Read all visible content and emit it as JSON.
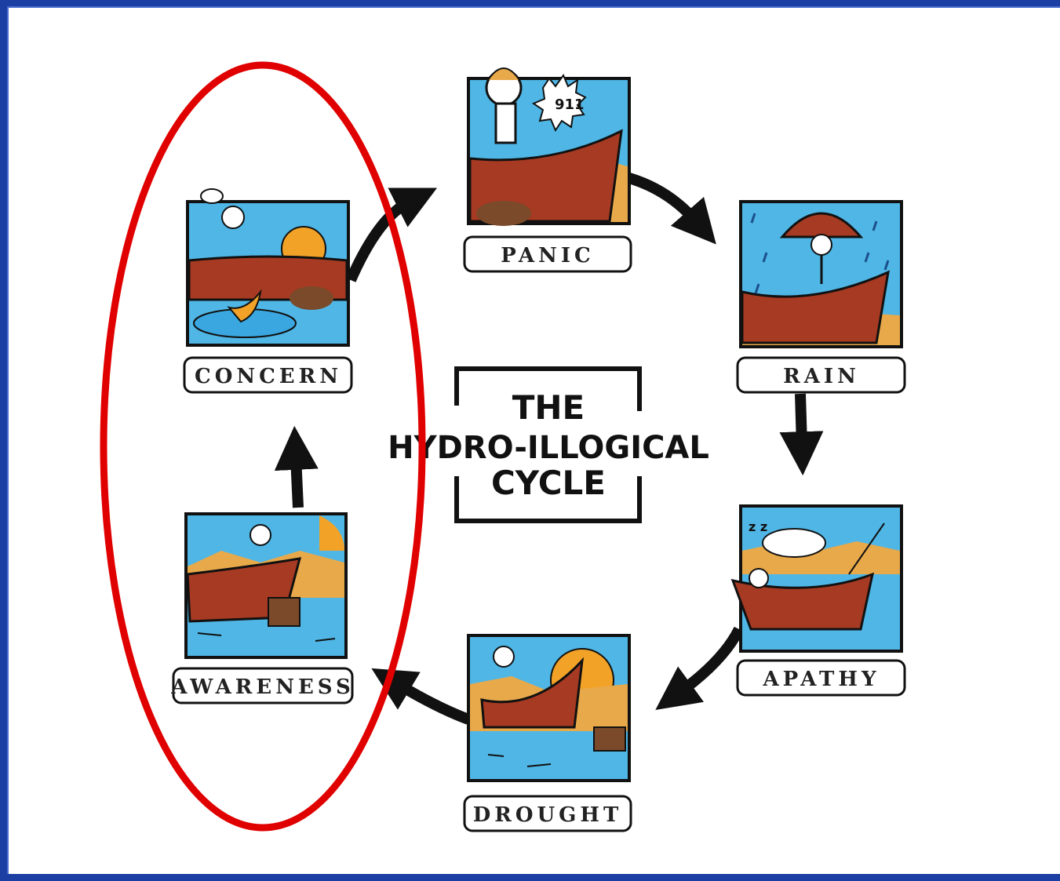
{
  "diagram": {
    "title_lines": [
      "THE",
      "HYDRO-ILLOGICAL",
      "CYCLE"
    ],
    "stages": {
      "panic": "PANIC",
      "rain": "RAIN",
      "apathy": "APATHY",
      "drought": "DROUGHT",
      "awareness": "AWARENESS",
      "concern": "CONCERN"
    },
    "panel_text": {
      "phone_number": "911"
    },
    "highlight": {
      "color": "#e00000",
      "encircles": [
        "CONCERN",
        "AWARENESS"
      ]
    },
    "colors": {
      "sky": "#4fb6e6",
      "land": "#e8a94a",
      "boat": "#a63a22",
      "sun": "#f2a227",
      "water": "#3aa7e0",
      "arrow": "#111111",
      "frame_border": "#1b3fa3"
    },
    "icons": [
      "arrow-icon",
      "boat-icon",
      "sun-icon",
      "umbrella-icon",
      "phone-icon"
    ]
  }
}
